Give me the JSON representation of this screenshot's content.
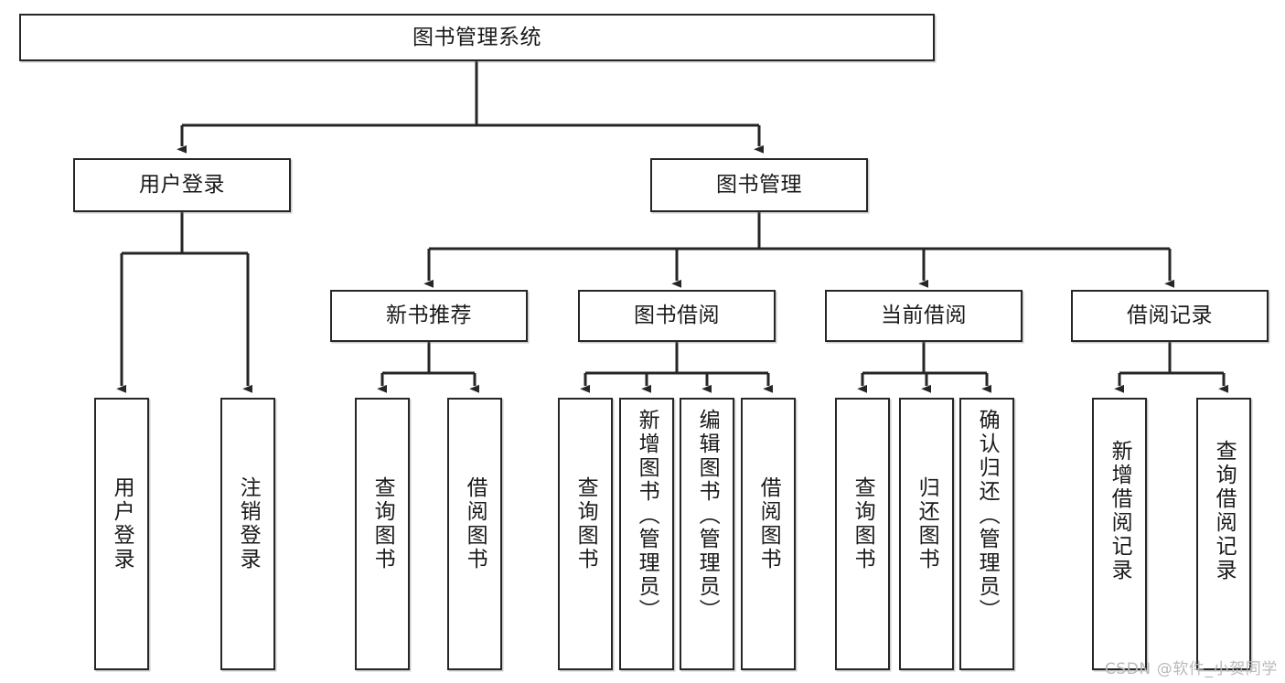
{
  "diagram": {
    "title": "图书管理系统",
    "watermark": "CSDN @软件_小贺同学",
    "colors": {
      "stroke": "#262626",
      "fill": "#ffffff",
      "text": "#1a1a1a",
      "watermark": "#b9b9b9"
    },
    "nodes": {
      "root": {
        "label": "图书管理系统",
        "level": 0,
        "orientation": "horizontal"
      },
      "user_login": {
        "label": "用户登录",
        "level": 1,
        "orientation": "horizontal"
      },
      "book_manage": {
        "label": "图书管理",
        "level": 1,
        "orientation": "horizontal"
      },
      "new_book_rec": {
        "label": "新书推荐",
        "level": 2,
        "orientation": "horizontal"
      },
      "book_borrow": {
        "label": "图书借阅",
        "level": 2,
        "orientation": "horizontal"
      },
      "current_borrow": {
        "label": "当前借阅",
        "level": 2,
        "orientation": "horizontal"
      },
      "borrow_record": {
        "label": "借阅记录",
        "level": 2,
        "orientation": "horizontal"
      },
      "leaf_user_login": {
        "label": "用户登录",
        "level": 3,
        "orientation": "vertical"
      },
      "leaf_logout": {
        "label": "注销登录",
        "level": 3,
        "orientation": "vertical"
      },
      "leaf_query_book_1": {
        "label": "查询图书",
        "level": 3,
        "orientation": "vertical"
      },
      "leaf_borrow_book_1": {
        "label": "借阅图书",
        "level": 3,
        "orientation": "vertical"
      },
      "leaf_query_book_2": {
        "label": "查询图书",
        "level": 3,
        "orientation": "vertical"
      },
      "leaf_add_book": {
        "label": "新增图书（管理员）",
        "level": 3,
        "orientation": "vertical"
      },
      "leaf_edit_book": {
        "label": "编辑图书（管理员）",
        "level": 3,
        "orientation": "vertical"
      },
      "leaf_borrow_book_2": {
        "label": "借阅图书",
        "level": 3,
        "orientation": "vertical"
      },
      "leaf_query_book_3": {
        "label": "查询图书",
        "level": 3,
        "orientation": "vertical"
      },
      "leaf_return_book": {
        "label": "归还图书",
        "level": 3,
        "orientation": "vertical"
      },
      "leaf_confirm_return": {
        "label": "确认归还（管理员）",
        "level": 3,
        "orientation": "vertical"
      },
      "leaf_add_record": {
        "label": "新增借阅记录",
        "level": 3,
        "orientation": "vertical"
      },
      "leaf_query_record": {
        "label": "查询借阅记录",
        "level": 3,
        "orientation": "vertical"
      }
    },
    "edges": [
      {
        "from": "root",
        "to": "user_login"
      },
      {
        "from": "root",
        "to": "book_manage"
      },
      {
        "from": "user_login",
        "to": "leaf_user_login"
      },
      {
        "from": "user_login",
        "to": "leaf_logout"
      },
      {
        "from": "book_manage",
        "to": "new_book_rec"
      },
      {
        "from": "book_manage",
        "to": "book_borrow"
      },
      {
        "from": "book_manage",
        "to": "current_borrow"
      },
      {
        "from": "book_manage",
        "to": "borrow_record"
      },
      {
        "from": "new_book_rec",
        "to": "leaf_query_book_1"
      },
      {
        "from": "new_book_rec",
        "to": "leaf_borrow_book_1"
      },
      {
        "from": "book_borrow",
        "to": "leaf_query_book_2"
      },
      {
        "from": "book_borrow",
        "to": "leaf_add_book"
      },
      {
        "from": "book_borrow",
        "to": "leaf_edit_book"
      },
      {
        "from": "book_borrow",
        "to": "leaf_borrow_book_2"
      },
      {
        "from": "current_borrow",
        "to": "leaf_query_book_3"
      },
      {
        "from": "current_borrow",
        "to": "leaf_return_book"
      },
      {
        "from": "current_borrow",
        "to": "leaf_confirm_return"
      },
      {
        "from": "borrow_record",
        "to": "leaf_add_record"
      },
      {
        "from": "borrow_record",
        "to": "leaf_query_record"
      }
    ]
  }
}
